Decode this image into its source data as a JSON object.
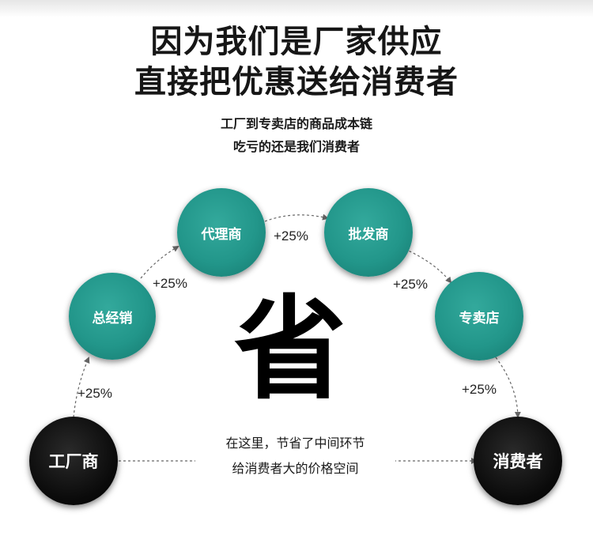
{
  "headline": {
    "line1": "因为我们是厂家供应",
    "line2": "直接把优惠送给消费者"
  },
  "subheadline": {
    "line1": "工厂到专卖店的商品成本链",
    "line2": "吃亏的还是我们消费者"
  },
  "nodes": {
    "factory": "工厂商",
    "general_distributor": "总经销",
    "agent": "代理商",
    "wholesaler": "批发商",
    "retail_store": "专卖店",
    "consumer": "消费者"
  },
  "markups": {
    "factory_to_general": "+25%",
    "general_to_agent": "+25%",
    "agent_to_wholesaler": "+25%",
    "wholesaler_to_store": "+25%",
    "store_to_consumer": "+25%"
  },
  "center_char": "省",
  "savings_note": {
    "line1": "在这里，节省了中间环节",
    "line2": "给消费者大的价格空间"
  },
  "colors": {
    "teal_node": "#22968a",
    "black_node": "#0b0b0b",
    "arrow": "#666666"
  }
}
